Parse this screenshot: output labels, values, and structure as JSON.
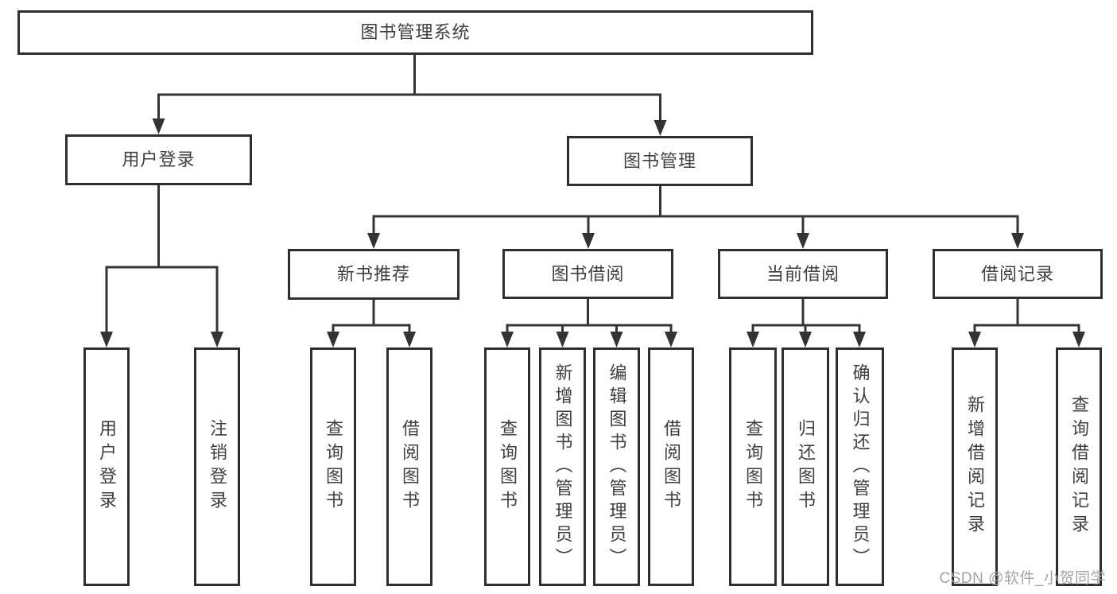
{
  "diagram": {
    "type": "tree",
    "title": "图书管理系统",
    "colors": {
      "background": "#ffffff",
      "line": "#333333",
      "box_border": "#2f2f2f",
      "text": "#3f3f3f",
      "watermark": "#a3a3a9"
    },
    "nodes": {
      "root": {
        "label": "图书管理系统"
      },
      "user_login": {
        "label": "用户登录"
      },
      "book_mgmt": {
        "label": "图书管理"
      },
      "new_book_rec": {
        "label": "新书推荐"
      },
      "book_borrow": {
        "label": "图书借阅"
      },
      "current_borrow": {
        "label": "当前借阅"
      },
      "borrow_record": {
        "label": "借阅记录"
      },
      "leaf_user_login": {
        "label": "用户登录"
      },
      "leaf_logout": {
        "label": "注销登录"
      },
      "leaf_query_book_rec": {
        "label": "查询图书"
      },
      "leaf_borrow_book_rec": {
        "label": "借阅图书"
      },
      "leaf_query_book_borrow": {
        "label": "查询图书"
      },
      "leaf_add_book_admin": {
        "label": "新增图书（管理员）"
      },
      "leaf_edit_book_admin": {
        "label": "编辑图书（管理员）"
      },
      "leaf_borrow_book_lend": {
        "label": "借阅图书"
      },
      "leaf_query_book_current": {
        "label": "查询图书"
      },
      "leaf_return_book": {
        "label": "归还图书"
      },
      "leaf_confirm_return_admin": {
        "label": "确认归还（管理员）"
      },
      "leaf_add_borrow_record": {
        "label": "新增借阅记录"
      },
      "leaf_query_borrow_record": {
        "label": "查询借阅记录"
      }
    },
    "structure": {
      "label": "图书管理系统",
      "children": [
        {
          "label": "用户登录",
          "children": [
            "用户登录",
            "注销登录"
          ]
        },
        {
          "label": "图书管理",
          "children": [
            {
              "label": "新书推荐",
              "children": [
                "查询图书",
                "借阅图书"
              ]
            },
            {
              "label": "图书借阅",
              "children": [
                "查询图书",
                "新增图书（管理员）",
                "编辑图书（管理员）",
                "借阅图书"
              ]
            },
            {
              "label": "当前借阅",
              "children": [
                "查询图书",
                "归还图书",
                "确认归还（管理员）"
              ]
            },
            {
              "label": "借阅记录",
              "children": [
                "新增借阅记录",
                "查询借阅记录"
              ]
            }
          ]
        }
      ]
    },
    "watermark": "CSDN @软件_小贺同学"
  }
}
